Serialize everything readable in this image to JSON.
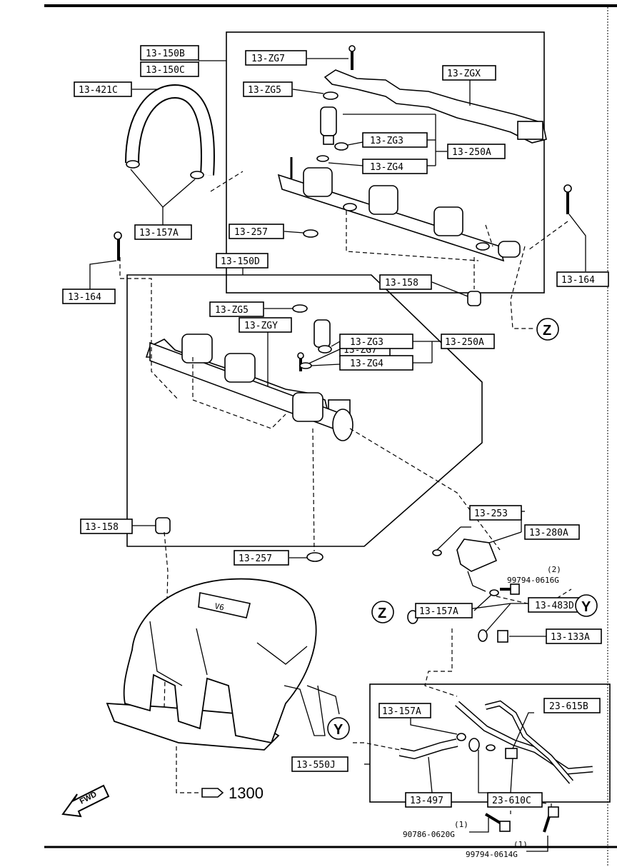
{
  "diagram": {
    "labels": {
      "p150B": "13-150B",
      "p150C": "13-150C",
      "p421C": "13-421C",
      "p157A_top": "13-157A",
      "pZG7_top": "13-ZG7",
      "pZG5_top": "13-ZG5",
      "pZGX": "13-ZGX",
      "pZG3_top": "13-ZG3",
      "p250A_top": "13-250A",
      "pZG4_top": "13-ZG4",
      "p257_top": "13-257",
      "p158_top": "13-158",
      "p164_top": "13-164",
      "p150D": "13-150D",
      "pZGY": "13-ZGY",
      "pZG7_mid": "13-ZG7",
      "p164_mid": "13-164",
      "pZG5_mid": "13-ZG5",
      "pZG3_mid": "13-ZG3",
      "p250A_mid": "13-250A",
      "pZG4_mid": "13-ZG4",
      "p158_mid": "13-158",
      "p253": "13-253",
      "p280A": "13-280A",
      "p257_mid": "13-257",
      "p157A_mid": "13-157A",
      "p483D": "13-483D",
      "p133A": "13-133A",
      "p157A_low": "13-157A",
      "p615B": "23-615B",
      "p550J": "13-550J",
      "p497": "13-497",
      "p610C": "23-610C"
    },
    "plain": {
      "q2": "(2)",
      "bolt616": "99794-0616G",
      "q1a": "(1)",
      "bolt620": "90786-0620G",
      "q1b": "(1)",
      "bolt614": "99794-0614G",
      "ref": "1300",
      "fwd": "FWD",
      "v6": "V6"
    },
    "circles": {
      "z1": "Z",
      "y1": "Y",
      "z2": "Z",
      "y2": "Y"
    }
  }
}
